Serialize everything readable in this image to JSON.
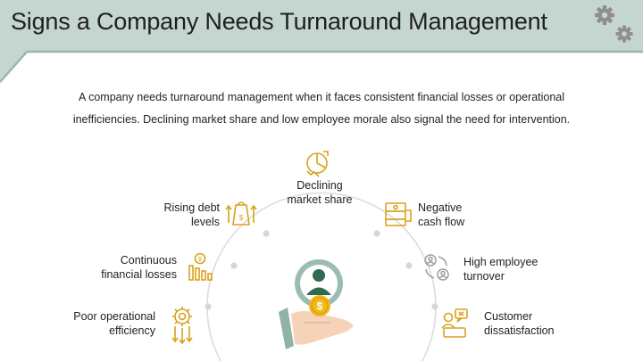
{
  "header": {
    "title": "Signs a Company Needs Turnaround Management",
    "band_color": "#c5d6d0",
    "accent_color": "#9db5ab"
  },
  "intro": {
    "line1": "A company needs turnaround management when it faces consistent financial losses or operational",
    "line2": "inefficiencies. Declining market share and low employee morale also signal the need for intervention."
  },
  "signs": {
    "declining_market_share": {
      "l1": "Declining",
      "l2": "market share",
      "icon": "pie-chart-decline-icon"
    },
    "rising_debt_levels": {
      "l1": "Rising debt",
      "l2": "levels",
      "icon": "debt-bag-icon"
    },
    "negative_cash_flow": {
      "l1": "Negative",
      "l2": "cash flow",
      "icon": "cash-stack-icon"
    },
    "continuous_financial_losses": {
      "l1": "Continuous",
      "l2": "financial losses",
      "icon": "bar-chart-coin-icon"
    },
    "high_employee_turnover": {
      "l1": "High employee",
      "l2": "turnover",
      "icon": "employee-exchange-icon"
    },
    "poor_operational_efficiency": {
      "l1": "Poor operational",
      "l2": "efficiency",
      "icon": "gear-arrows-icon"
    },
    "customer_dissatisfaction": {
      "l1": "Customer",
      "l2": "dissatisfaction",
      "icon": "customer-complaint-icon"
    }
  },
  "colors": {
    "icon_gold": "#d9a21b",
    "dot_gray": "#d9d9d9",
    "hand_teal": "#8fb3a7",
    "coin_gold": "#f2b91c",
    "person_green": "#2f6b4f"
  }
}
